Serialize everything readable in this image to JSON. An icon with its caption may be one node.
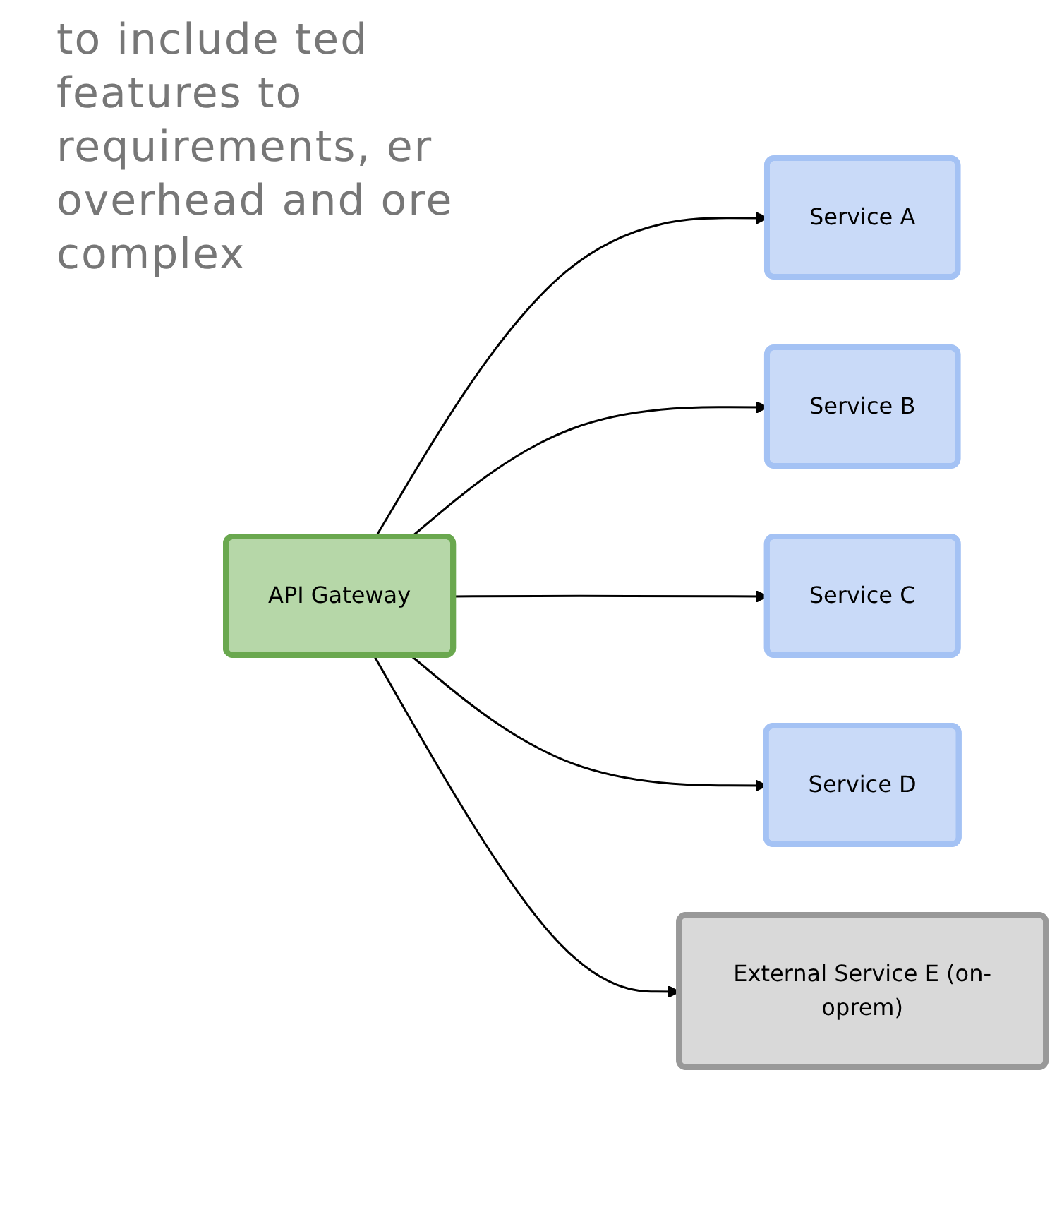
{
  "diagram": {
    "nodes": [
      {
        "text": [
          "API Gateway"
        ]
      },
      {
        "text": [
          "Service A"
        ]
      },
      {
        "text": [
          "Service B"
        ]
      },
      {
        "text": [
          "Service C"
        ]
      },
      {
        "text": [
          "Service D"
        ]
      },
      {
        "text": [
          "External Service E (on-oprem)"
        ]
      }
    ],
    "edges": [
      {
        "from": 0,
        "to": 1,
        "arrow": "to"
      },
      {
        "from": 0,
        "to": 2,
        "arrow": "to"
      },
      {
        "from": 0,
        "to": 3,
        "arrow": "to"
      },
      {
        "from": 0,
        "to": 4,
        "arrow": "to"
      },
      {
        "from": 0,
        "to": 5,
        "arrow": "to"
      }
    ],
    "labels": [
      "to include ted features to requirements, er overhead and ore complex"
    ]
  }
}
